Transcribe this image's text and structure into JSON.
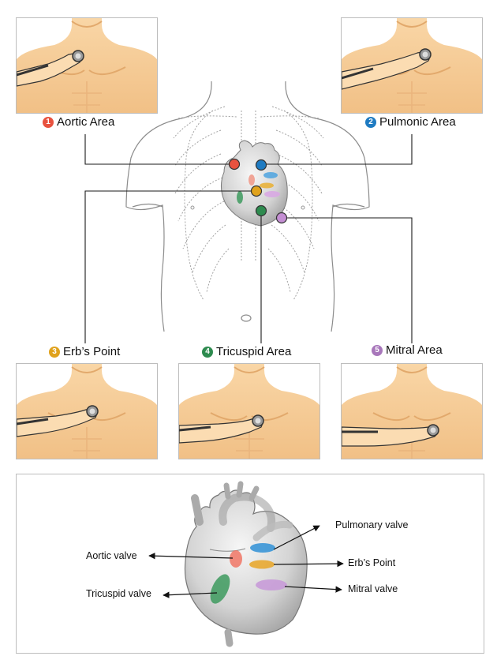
{
  "areas": [
    {
      "num": "1",
      "label": "Aortic Area",
      "color": "#e8523f"
    },
    {
      "num": "2",
      "label": "Pulmonic Area",
      "color": "#1f7bc2"
    },
    {
      "num": "3",
      "label": "Erb’s Point",
      "color": "#e0a21c"
    },
    {
      "num": "4",
      "label": "Tricuspid Area",
      "color": "#2e8b4f"
    },
    {
      "num": "5",
      "label": "Mitral Area",
      "color": "#b383c4"
    }
  ],
  "heart_labels": {
    "aortic": "Aortic valve",
    "tricuspid": "Tricuspid valve",
    "pulmonary": "Pulmonary valve",
    "erbs": "Erb’s Point",
    "mitral": "Mitral valve"
  },
  "colors": {
    "skin": "#f7cf9b",
    "skin_shadow": "#e8b078",
    "outline": "#8a8a8a",
    "heart": "#d8d8d8"
  }
}
